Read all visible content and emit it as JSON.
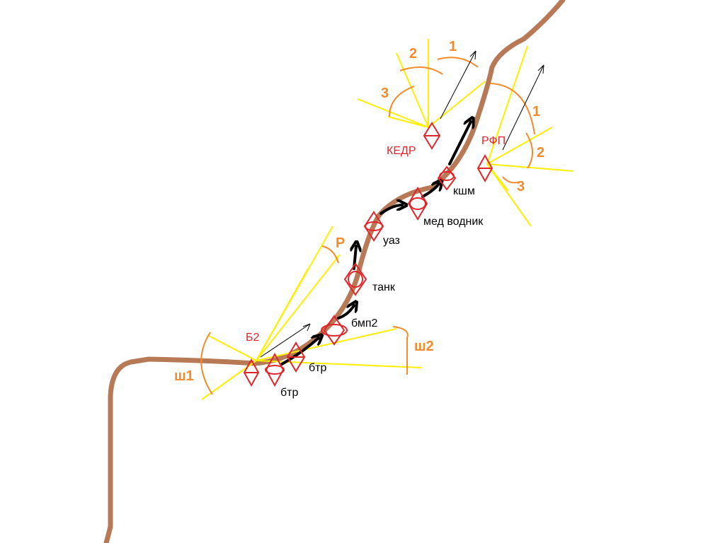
{
  "colors": {
    "road": "#b87a56",
    "sector_line": "#ffee00",
    "arc": "#f58a2a",
    "unit_red": "#e0262a",
    "arrow": "#000000"
  },
  "posts": {
    "b2": "Б2",
    "kedr": "КЕДР",
    "rfp": "РФП"
  },
  "vehicles": {
    "btr_1": "бтр",
    "btr_2": "бтр",
    "bmp2": "бмп2",
    "tank": "танк",
    "uaz": "уаз",
    "med_vodnik": "мед водник",
    "ksm": "кшм"
  },
  "sectors": {
    "sh1": "ш1",
    "sh2": "ш2",
    "r": "Р",
    "kedr_1": "1",
    "kedr_2": "2",
    "kedr_3": "3",
    "rfp_1": "1",
    "rfp_2": "2",
    "rfp_3": "3"
  }
}
